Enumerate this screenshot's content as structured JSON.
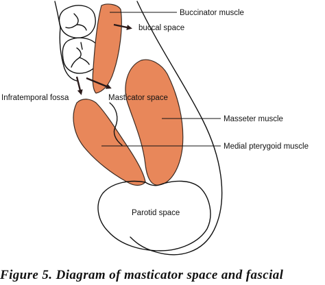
{
  "figure": {
    "labels": {
      "buccinator_muscle": "Buccinator muscle",
      "buccal_space": "buccal space",
      "infratemporal_fossa": "Infratemporal fossa",
      "masticator_space": "Masticator space",
      "masseter_muscle": "Masseter muscle",
      "medial_pterygoid_muscle": "Medial pterygoid muscle",
      "parotid_space": "Parotid space"
    },
    "caption": "Figure 5. Diagram of masticator space and fascial"
  },
  "colors": {
    "muscle_fill": "#E8875A",
    "muscle_stroke": "#3a2a22",
    "outline": "#111111",
    "arrow": "#2a1a1a"
  }
}
